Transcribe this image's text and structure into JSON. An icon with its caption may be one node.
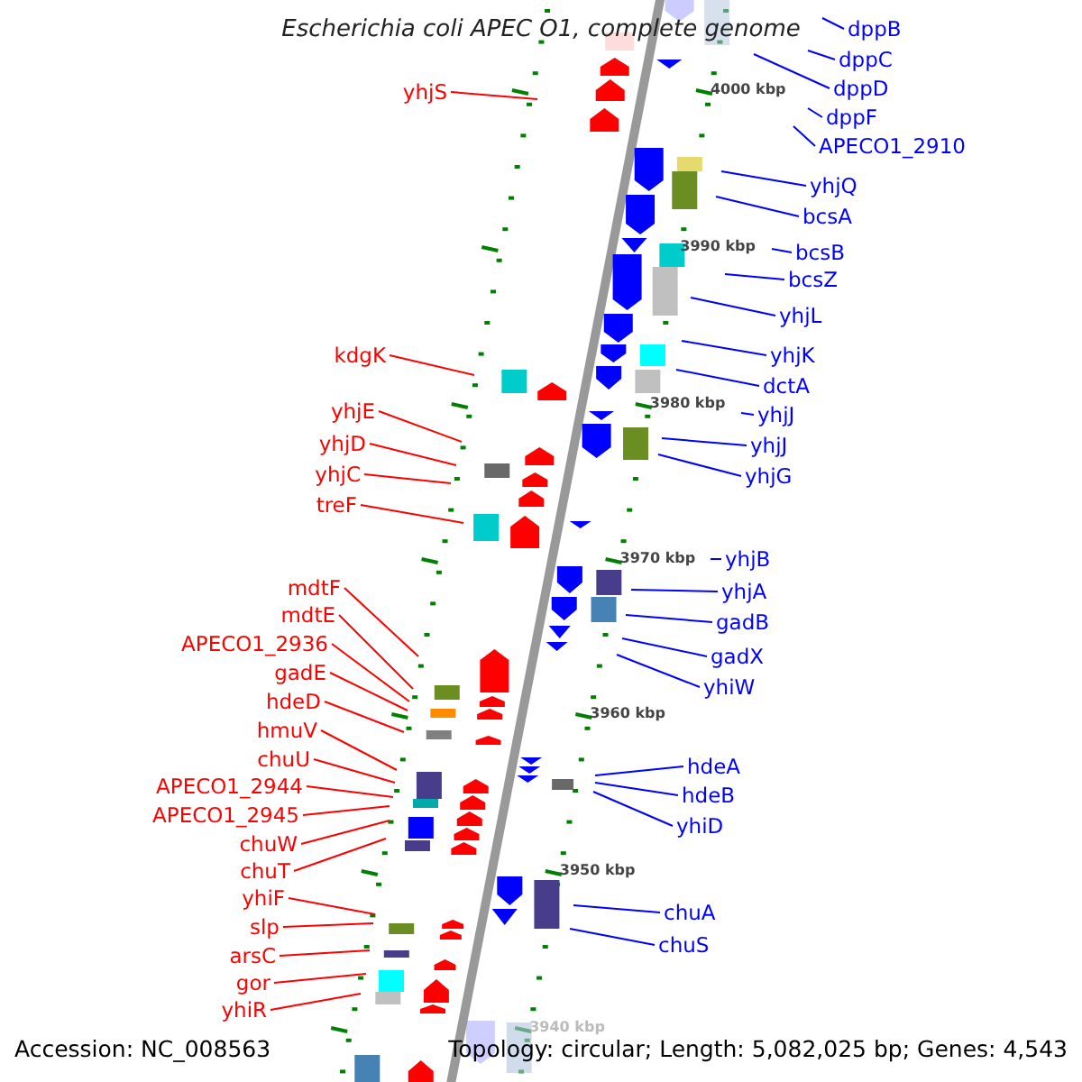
{
  "diagram": {
    "title": "Escherichia coli APEC O1, complete genome",
    "nodes": [
      {
        "text": [
          "yhjS"
        ]
      },
      {
        "text": [
          "kdgK"
        ]
      },
      {
        "text": [
          "yhjE"
        ]
      },
      {
        "text": [
          "yhjD"
        ]
      },
      {
        "text": [
          "yhjC"
        ]
      },
      {
        "text": [
          "treF"
        ]
      },
      {
        "text": [
          "mdtF"
        ]
      },
      {
        "text": [
          "mdtE"
        ]
      },
      {
        "text": [
          "APECO1_2936"
        ]
      },
      {
        "text": [
          "gadE"
        ]
      },
      {
        "text": [
          "hdeD"
        ]
      },
      {
        "text": [
          "hmuV"
        ]
      },
      {
        "text": [
          "chuU"
        ]
      },
      {
        "text": [
          "APECO1_2944"
        ]
      },
      {
        "text": [
          "APECO1_2945"
        ]
      },
      {
        "text": [
          "chuW"
        ]
      },
      {
        "text": [
          "chuT"
        ]
      },
      {
        "text": [
          "yhiF"
        ]
      },
      {
        "text": [
          "slp"
        ]
      },
      {
        "text": [
          "arsC"
        ]
      },
      {
        "text": [
          "gor"
        ]
      },
      {
        "text": [
          "yhiR"
        ]
      },
      {
        "text": [
          "dppB"
        ]
      },
      {
        "text": [
          "dppC"
        ]
      },
      {
        "text": [
          "dppD"
        ]
      },
      {
        "text": [
          "dppF"
        ]
      },
      {
        "text": [
          "APECO1_2910"
        ]
      },
      {
        "text": [
          "yhjQ"
        ]
      },
      {
        "text": [
          "bcsA"
        ]
      },
      {
        "text": [
          "bcsB"
        ]
      },
      {
        "text": [
          "bcsZ"
        ]
      },
      {
        "text": [
          "yhjL"
        ]
      },
      {
        "text": [
          "yhjK"
        ]
      },
      {
        "text": [
          "dctA"
        ]
      },
      {
        "text": [
          "yhjJ"
        ]
      },
      {
        "text": [
          "yhjJ"
        ]
      },
      {
        "text": [
          "yhjG"
        ]
      },
      {
        "text": [
          "yhjB"
        ]
      },
      {
        "text": [
          "yhjA"
        ]
      },
      {
        "text": [
          "gadB"
        ]
      },
      {
        "text": [
          "gadX"
        ]
      },
      {
        "text": [
          "yhiW"
        ]
      },
      {
        "text": [
          "hdeA"
        ]
      },
      {
        "text": [
          "hdeB"
        ]
      },
      {
        "text": [
          "yhiD"
        ]
      },
      {
        "text": [
          "chuA"
        ]
      },
      {
        "text": [
          "chuS"
        ]
      }
    ],
    "edges": [
      {
        "from": 0,
        "to": null,
        "arrow": "none",
        "color": "#ff0000"
      },
      {
        "from": 1,
        "to": null,
        "arrow": "none",
        "color": "#ff0000"
      },
      {
        "from": 2,
        "to": null,
        "arrow": "none",
        "color": "#ff0000"
      },
      {
        "from": 3,
        "to": null,
        "arrow": "none",
        "color": "#ff0000"
      },
      {
        "from": 4,
        "to": null,
        "arrow": "none",
        "color": "#ff0000"
      },
      {
        "from": 5,
        "to": null,
        "arrow": "none",
        "color": "#ff0000"
      },
      {
        "from": 6,
        "to": null,
        "arrow": "none",
        "color": "#ff0000"
      },
      {
        "from": 7,
        "to": null,
        "arrow": "none",
        "color": "#ff0000"
      },
      {
        "from": 8,
        "to": null,
        "arrow": "none",
        "color": "#ff0000"
      },
      {
        "from": 9,
        "to": null,
        "arrow": "none",
        "color": "#ff0000"
      },
      {
        "from": 10,
        "to": null,
        "arrow": "none",
        "color": "#ff0000"
      },
      {
        "from": 11,
        "to": null,
        "arrow": "none",
        "color": "#ff0000"
      },
      {
        "from": 12,
        "to": null,
        "arrow": "none",
        "color": "#ff0000"
      },
      {
        "from": 13,
        "to": null,
        "arrow": "none",
        "color": "#ff0000"
      },
      {
        "from": 14,
        "to": null,
        "arrow": "none",
        "color": "#ff0000"
      },
      {
        "from": 15,
        "to": null,
        "arrow": "none",
        "color": "#ff0000"
      },
      {
        "from": 16,
        "to": null,
        "arrow": "none",
        "color": "#ff0000"
      },
      {
        "from": 17,
        "to": null,
        "arrow": "none",
        "color": "#ff0000"
      },
      {
        "from": 18,
        "to": null,
        "arrow": "none",
        "color": "#ff0000"
      },
      {
        "from": 19,
        "to": null,
        "arrow": "none",
        "color": "#ff0000"
      },
      {
        "from": 20,
        "to": null,
        "arrow": "none",
        "color": "#ff0000"
      },
      {
        "from": 21,
        "to": null,
        "arrow": "none",
        "color": "#ff0000"
      },
      {
        "from": 22,
        "to": null,
        "arrow": "none"
      },
      {
        "from": 23,
        "to": null,
        "arrow": "none"
      },
      {
        "from": 24,
        "to": null,
        "arrow": "none"
      },
      {
        "from": 25,
        "to": null,
        "arrow": "none"
      },
      {
        "from": 26,
        "to": null,
        "arrow": "none"
      },
      {
        "from": 27,
        "to": null,
        "arrow": "none"
      },
      {
        "from": 28,
        "to": null,
        "arrow": "none"
      },
      {
        "from": 29,
        "to": null,
        "arrow": "none"
      },
      {
        "from": 30,
        "to": null,
        "arrow": "none"
      },
      {
        "from": 31,
        "to": null,
        "arrow": "none"
      },
      {
        "from": 32,
        "to": null,
        "arrow": "none"
      },
      {
        "from": 33,
        "to": null,
        "arrow": "none"
      },
      {
        "from": 34,
        "to": null,
        "arrow": "none"
      },
      {
        "from": 35,
        "to": null,
        "arrow": "none"
      },
      {
        "from": 36,
        "to": null,
        "arrow": "none"
      },
      {
        "from": 37,
        "to": null,
        "arrow": "none"
      },
      {
        "from": 38,
        "to": null,
        "arrow": "none"
      },
      {
        "from": 39,
        "to": null,
        "arrow": "none"
      },
      {
        "from": 40,
        "to": null,
        "arrow": "none"
      },
      {
        "from": 41,
        "to": null,
        "arrow": "none"
      },
      {
        "from": 42,
        "to": null,
        "arrow": "none"
      },
      {
        "from": 43,
        "to": null,
        "arrow": "none"
      },
      {
        "from": 44,
        "to": null,
        "arrow": "none"
      },
      {
        "from": 45,
        "to": null,
        "arrow": "none"
      },
      {
        "from": 46,
        "to": null,
        "arrow": "none"
      }
    ],
    "labels": [
      "4000 kbp",
      "3990 kbp",
      "3980 kbp",
      "3970 kbp",
      "3960 kbp",
      "3950 kbp",
      "3940 kbp",
      "Accession: NC_008563",
      "Topology: circular; Length: 5,082,025 bp; Genes: 4,543"
    ]
  }
}
